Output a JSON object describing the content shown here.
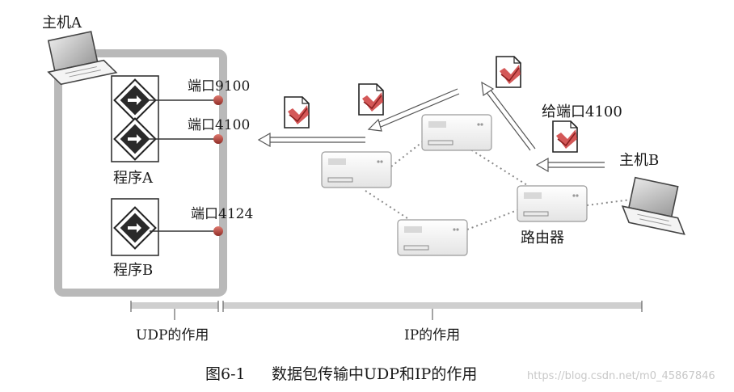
{
  "host_a": {
    "label": "主机A"
  },
  "host_b": {
    "label": "主机B"
  },
  "ports": [
    {
      "label": "端口9100"
    },
    {
      "label": "端口4100"
    },
    {
      "label": "端口4124"
    }
  ],
  "programs": [
    {
      "label": "程序A"
    },
    {
      "label": "程序B"
    }
  ],
  "destination_label": "给端口4100",
  "router_label": "路由器",
  "scopes": {
    "udp": "UDP的作用",
    "ip": "IP的作用"
  },
  "caption": {
    "number": "图6-1",
    "title": "数据包传输中UDP和IP的作用"
  },
  "watermark": "https://blog.csdn.net/m0_45867846",
  "colors": {
    "host_a_frame": "#b9b9b9",
    "link_dots": "#8a8a8a",
    "port_ball": "#c0504d",
    "packet_mark": "#cc3b3b"
  }
}
